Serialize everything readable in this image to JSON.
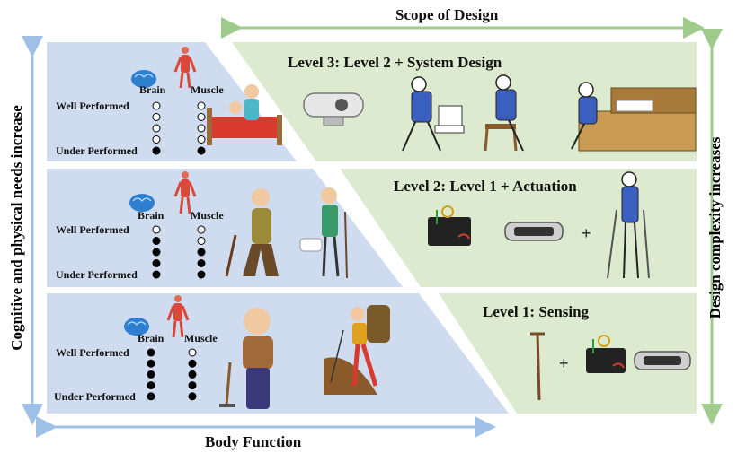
{
  "axes": {
    "top": "Scope of Design",
    "bottom": "Body Function",
    "left": "Cognitive and physical needs increase",
    "right": "Design complexity increases"
  },
  "levels": [
    {
      "title": "Level 3: Level 2 + System Design",
      "brain_label": "Brain",
      "muscle_label": "Muscle",
      "well_label": "Well Performed",
      "under_label": "Under Performed",
      "brain_filled_of_5": 1,
      "muscle_filled_of_5": 1
    },
    {
      "title": "Level 2: Level 1 + Actuation",
      "brain_label": "Brain",
      "muscle_label": "Muscle",
      "well_label": "Well Performed",
      "under_label": "Under Performed",
      "brain_filled_of_5": 4,
      "muscle_filled_of_5": 3
    },
    {
      "title": "Level 1: Sensing",
      "brain_label": "Brain",
      "muscle_label": "Muscle",
      "well_label": "Well Performed",
      "under_label": "Under Performed",
      "brain_filled_of_5": 5,
      "muscle_filled_of_5": 4
    }
  ],
  "plus_sign": "+",
  "colors": {
    "blue_panel": "#cfdcf0",
    "green_panel": "#dcebcf",
    "arrow_green": "#9fcb8c",
    "arrow_blue": "#9fc0e6"
  }
}
